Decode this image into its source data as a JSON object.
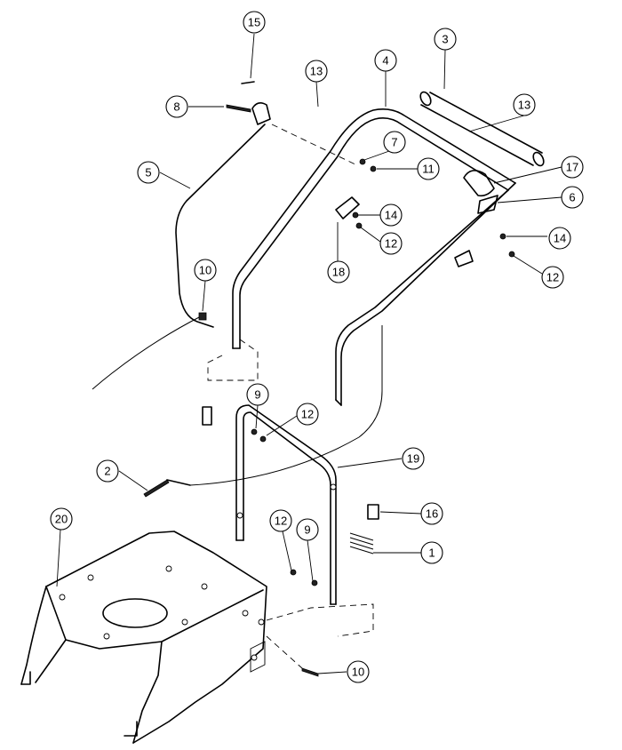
{
  "callouts": [
    {
      "label": "15"
    },
    {
      "label": "3"
    },
    {
      "label": "13"
    },
    {
      "label": "4"
    },
    {
      "label": "8"
    },
    {
      "label": "13"
    },
    {
      "label": "7"
    },
    {
      "label": "11"
    },
    {
      "label": "5"
    },
    {
      "label": "17"
    },
    {
      "label": "6"
    },
    {
      "label": "14"
    },
    {
      "label": "12"
    },
    {
      "label": "14"
    },
    {
      "label": "12"
    },
    {
      "label": "10"
    },
    {
      "label": "18"
    },
    {
      "label": "9"
    },
    {
      "label": "12"
    },
    {
      "label": "19"
    },
    {
      "label": "2"
    },
    {
      "label": "16"
    },
    {
      "label": "20"
    },
    {
      "label": "12"
    },
    {
      "label": "9"
    },
    {
      "label": "1"
    },
    {
      "label": "10"
    }
  ]
}
